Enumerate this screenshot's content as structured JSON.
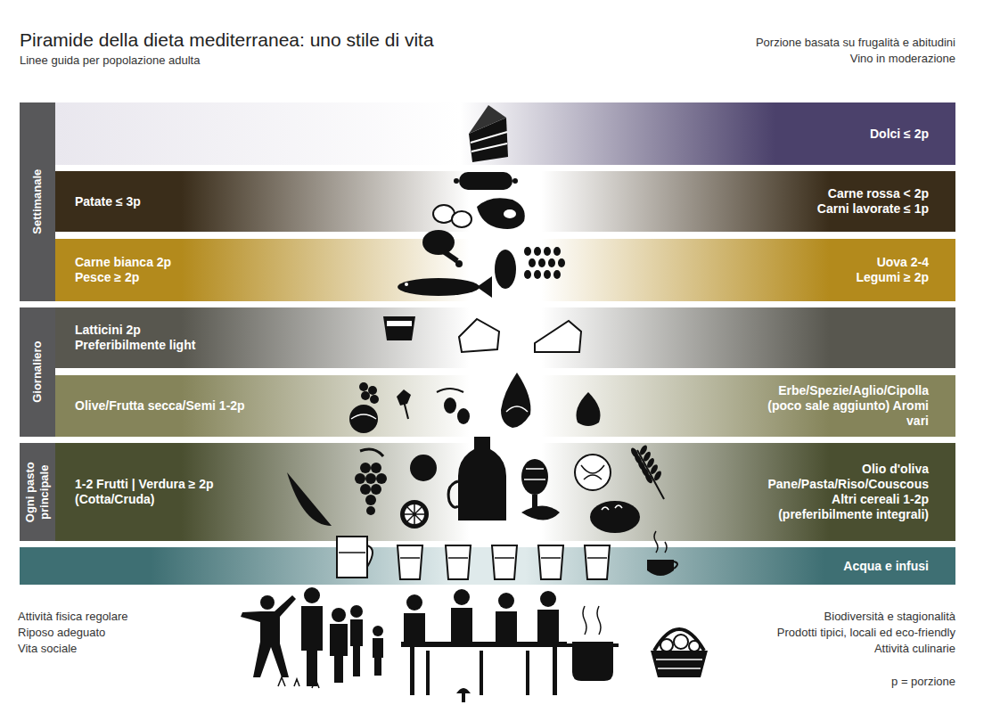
{
  "diagram": {
    "title": "Piramide della dieta mediterranea: uno stile di vita",
    "nodes": [
      {
        "text": [
          "Settimanale"
        ]
      },
      {
        "text": [
          "Dolci ≤ 2p"
        ]
      },
      {
        "text": [
          "Patate ≤ 3p",
          "Carne rossa < 2p Carni lavorate ≤ 1p"
        ]
      },
      {
        "text": [
          "Carne bianca 2p Pesce ≥ 2p",
          "Uova 2-4 Legumi ≥ 2p"
        ]
      },
      {
        "text": [
          "Giornaliero"
        ]
      },
      {
        "text": [
          "Latticini 2p Preferibilmente light"
        ]
      },
      {
        "text": [
          "Olive/Frutta secca/Semi 1-2p",
          "Erbe/Spezie/Aglio/Cipolla (poco sale aggiunto) Aromi vari"
        ]
      },
      {
        "text": [
          "Ogni pasto principale"
        ]
      },
      {
        "text": [
          "1-2 Frutti | Verdura ≥ 2p (Cotta/Cruda)",
          "Olio d'oliva Pane/Pasta/Riso/Couscous Altri cereali 1-2p (preferibilmente integrali)"
        ]
      },
      {
        "text": [
          "Acqua e infusi"
        ]
      }
    ],
    "labels": [
      "Linee guida per popolazione adulta",
      "Porzione basata su frugalità e abitudini",
      "Vino in moderazione",
      "Attività fisica regolare",
      "Riposo adeguato",
      "Vita sociale",
      "Biodiversità e stagionalità",
      "Prodotti tipici, locali ed eco-friendly",
      "Attività culinarie",
      "p = porzione"
    ]
  }
}
